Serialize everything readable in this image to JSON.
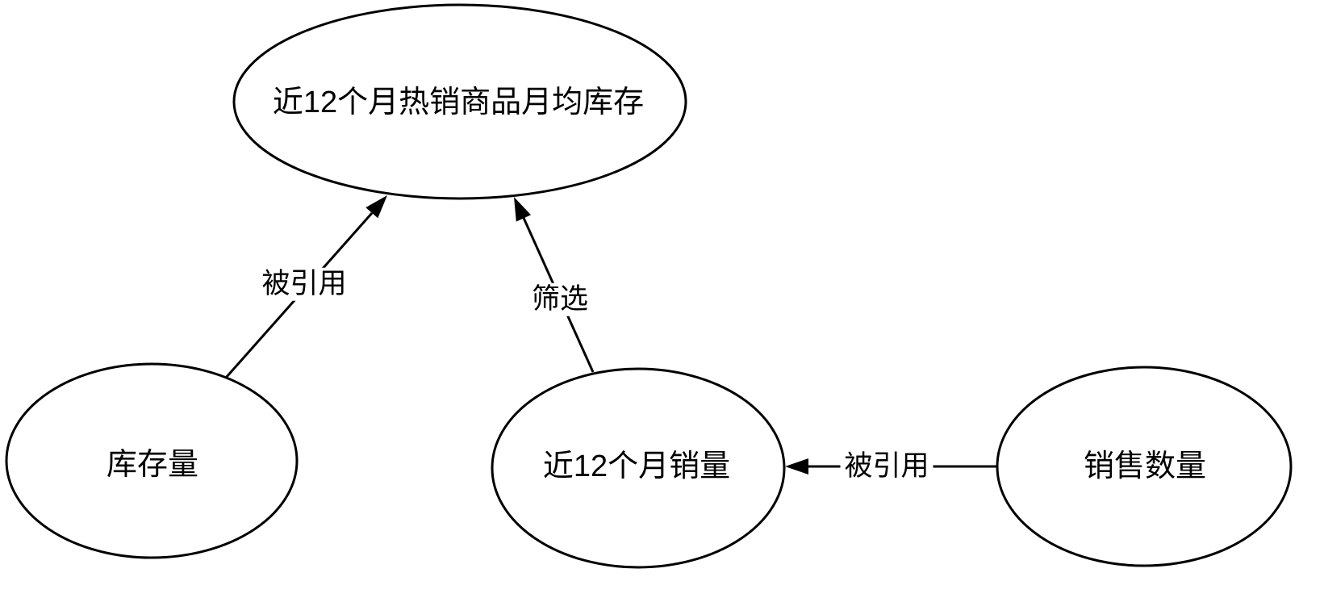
{
  "diagram": {
    "type": "directed-graph",
    "background_color": "#ffffff",
    "line_color": "#000000",
    "text_color": "#000000",
    "nodes": [
      {
        "id": "monthly-avg-inventory",
        "shape": "ellipse",
        "label": "近12个月热销商品月均库存"
      },
      {
        "id": "inventory-quantity",
        "shape": "ellipse",
        "label": "库存量"
      },
      {
        "id": "sales-last-12-months",
        "shape": "ellipse",
        "label": "近12个月销量"
      },
      {
        "id": "sales-quantity",
        "shape": "ellipse",
        "label": "销售数量"
      }
    ],
    "edges": [
      {
        "from": "库存量",
        "to": "近12个月热销商品月均库存",
        "label": "被引用"
      },
      {
        "from": "近12个月销量",
        "to": "近12个月热销商品月均库存",
        "label": "筛选"
      },
      {
        "from": "销售数量",
        "to": "近12个月销量",
        "label": "被引用"
      }
    ]
  }
}
